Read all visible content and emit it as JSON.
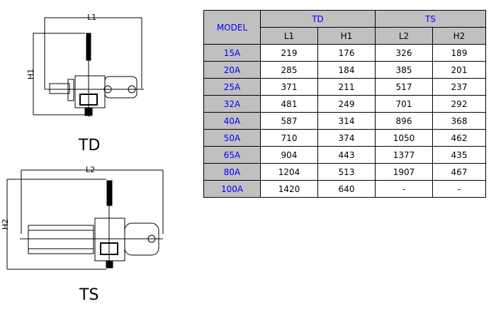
{
  "drawings": {
    "td": {
      "label": "TD",
      "length_dim": "L1",
      "height_dim": "H1"
    },
    "ts": {
      "label": "TS",
      "length_dim": "L2",
      "height_dim": "H2"
    }
  },
  "table": {
    "header": {
      "model": "MODEL",
      "group_td": "TD",
      "group_ts": "TS",
      "cols": [
        "L1",
        "H1",
        "L2",
        "H2"
      ]
    },
    "rows": [
      {
        "model": "15A",
        "values": [
          "219",
          "176",
          "326",
          "189"
        ]
      },
      {
        "model": "20A",
        "values": [
          "285",
          "184",
          "385",
          "201"
        ]
      },
      {
        "model": "25A",
        "values": [
          "371",
          "211",
          "517",
          "237"
        ]
      },
      {
        "model": "32A",
        "values": [
          "481",
          "249",
          "701",
          "292"
        ]
      },
      {
        "model": "40A",
        "values": [
          "587",
          "314",
          "896",
          "368"
        ]
      },
      {
        "model": "50A",
        "values": [
          "710",
          "374",
          "1050",
          "462"
        ]
      },
      {
        "model": "65A",
        "values": [
          "904",
          "443",
          "1377",
          "435"
        ]
      },
      {
        "model": "80A",
        "values": [
          "1204",
          "513",
          "1907",
          "467"
        ]
      },
      {
        "model": "100A",
        "values": [
          "1420",
          "640",
          "-",
          "-"
        ]
      }
    ]
  }
}
